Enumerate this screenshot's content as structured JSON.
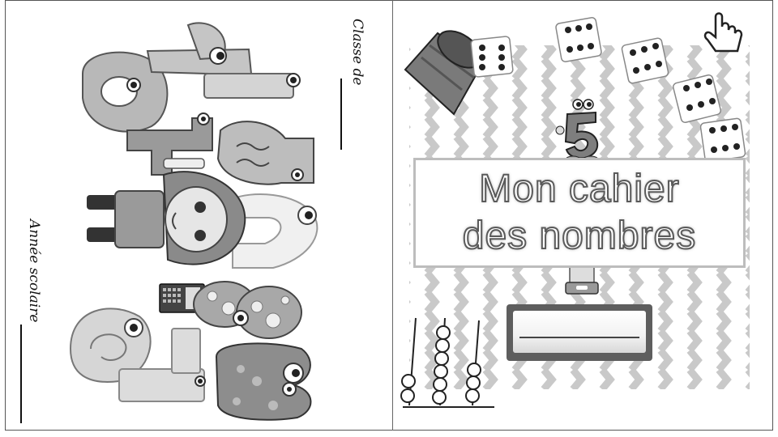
{
  "left_panel": {
    "class_label": "Classe de",
    "year_label": "Année scolaire"
  },
  "cover": {
    "title_line1": "Mon cahier",
    "title_line2": "des nombres"
  },
  "colors": {
    "border": "#555555",
    "zigzag": "#c9c9c9",
    "title_stroke": "#5a5a5a"
  }
}
